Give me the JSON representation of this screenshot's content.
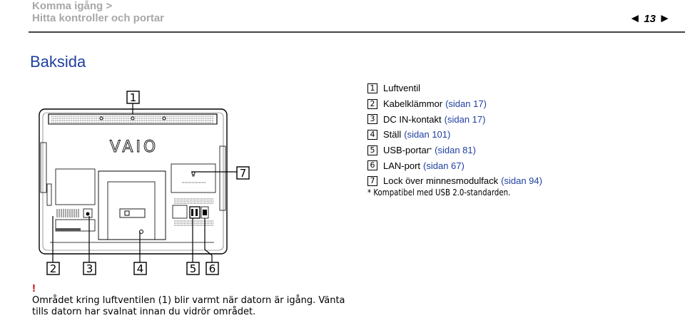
{
  "header": {
    "breadcrumb_line1": "Komma igång >",
    "breadcrumb_line2": "Hitta kontroller och portar",
    "page_number": "13"
  },
  "section_title": "Baksida",
  "legend": [
    {
      "num": "1",
      "label": "Luftventil",
      "ref": ""
    },
    {
      "num": "2",
      "label": "Kabelklämmor",
      "ref": "(sidan 17)"
    },
    {
      "num": "3",
      "label": "DC IN-kontakt",
      "ref": "(sidan 17)"
    },
    {
      "num": "4",
      "label": "Ställ",
      "ref": "(sidan 101)"
    },
    {
      "num": "5",
      "label": "USB-portar",
      "sup": "*",
      "ref": "(sidan 81)"
    },
    {
      "num": "6",
      "label": "LAN-port",
      "ref": "(sidan 67)"
    },
    {
      "num": "7",
      "label": "Lock över minnesmodulfack",
      "ref": "(sidan 94)"
    }
  ],
  "footnote": "*   Kompatibel med USB 2.0-standarden.",
  "callouts": {
    "c1": "1",
    "c2": "2",
    "c3": "3",
    "c4": "4",
    "c5": "5",
    "c6": "6",
    "c7": "7"
  },
  "device_logo": "VAIO",
  "warning": {
    "mark": "!",
    "text": "Området kring luftventilen (1) blir varmt när datorn är igång. Vänta tills datorn har svalnat innan du vidrör området."
  }
}
